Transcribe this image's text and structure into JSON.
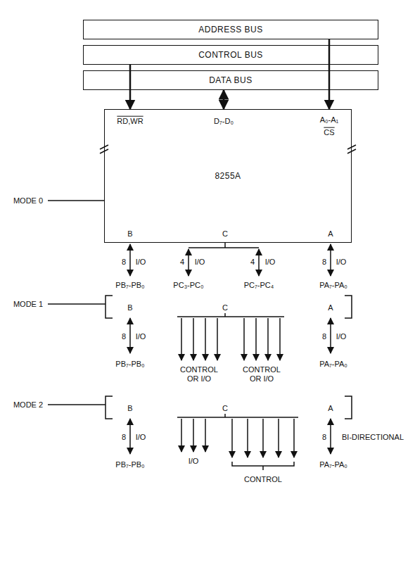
{
  "diagram": {
    "nodes": [
      {
        "text": [
          "ADDRESS BUS"
        ]
      },
      {
        "text": [
          "CONTROL BUS"
        ]
      },
      {
        "text": [
          "DATA BUS"
        ]
      },
      {
        "text": [
          "8255A"
        ]
      }
    ],
    "edges": [
      {
        "from": 1,
        "to": 3,
        "arrow": "to"
      },
      {
        "from": 2,
        "to": 3,
        "arrow": "both"
      },
      {
        "from": 0,
        "to": 3,
        "arrow": "to"
      }
    ],
    "labels": [
      "RD,WR",
      "D₇-D₀",
      "A₀-A₁",
      "CS",
      "MODE 0",
      "B",
      "C",
      "A",
      "8",
      "I/O",
      "4",
      "I/O",
      "4",
      "I/O",
      "8",
      "I/O",
      "PB₇-PB₀",
      "PC₃-PC₀",
      "PC₇-PC₄",
      "PA₇-PA₀",
      "MODE 1",
      "B",
      "C",
      "A",
      "8",
      "I/O",
      "CONTROL OR I/O",
      "CONTROL OR I/O",
      "8",
      "I/O",
      "PB₇-PB₀",
      "PA₇-PA₀",
      "MODE 2",
      "B",
      "C",
      "A",
      "8",
      "I/O",
      "PB₇-PB₀",
      "I/O",
      "CONTROL",
      "8",
      "BI-DIRECTIONAL",
      "PA₇-PA₀"
    ]
  }
}
